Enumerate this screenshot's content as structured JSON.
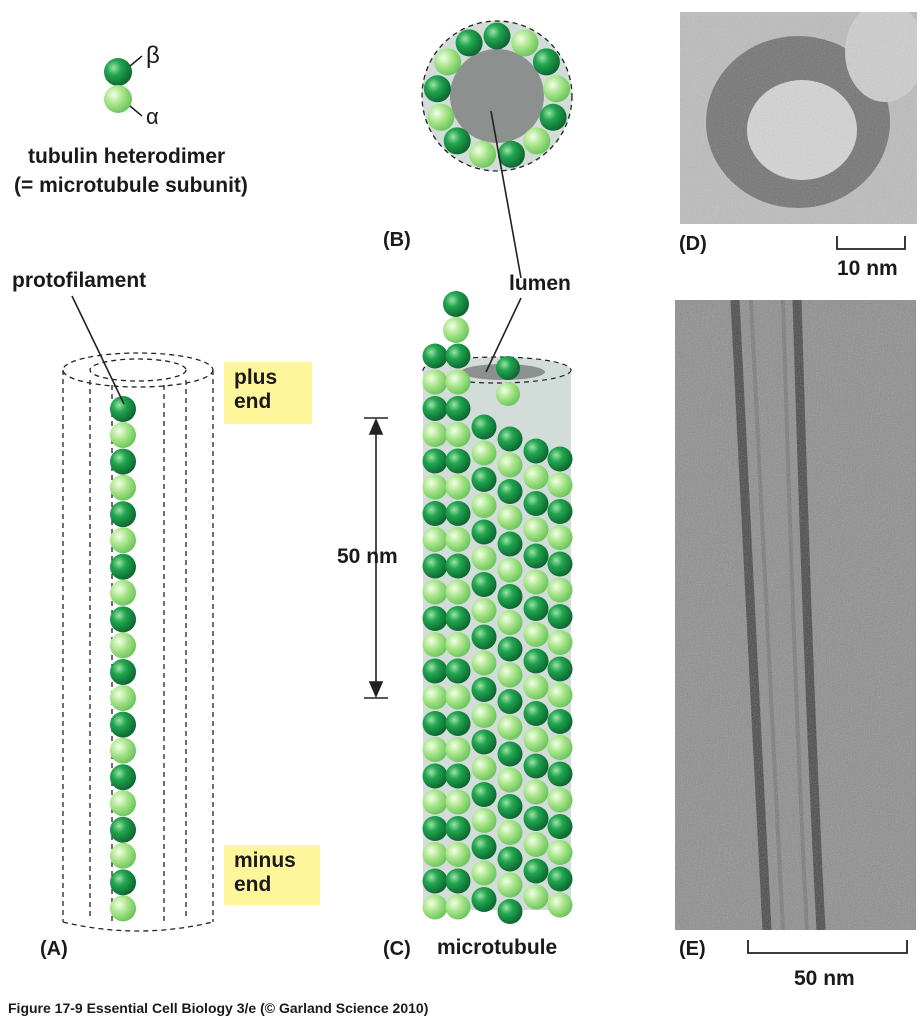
{
  "legend": {
    "beta": "β",
    "alpha": "α",
    "title_line1": "tubulin heterodimer",
    "title_line2": "(= microtubule subunit)"
  },
  "labels": {
    "protofilament": "protofilament",
    "plus_end": [
      "plus",
      "end"
    ],
    "minus_end": [
      "minus",
      "end"
    ],
    "lumen": "lumen",
    "fifty_nm": "50 nm",
    "microtubule": "microtubule",
    "ten_nm": "10 nm",
    "fifty_nm_e": "50 nm"
  },
  "panels": {
    "a": "(A)",
    "b": "(B)",
    "c": "(C)",
    "d": "(D)",
    "e": "(E)"
  },
  "caption": "Figure 17-9  Essential Cell Biology 3/e (© Garland Science 2010)",
  "colors": {
    "beta_dark": "#0b7a3a",
    "alpha_light": "#9ee07f",
    "lumen_gray": "#8c9190",
    "tube_fill": "#d2dcd8",
    "highlight": "#fff59a"
  }
}
